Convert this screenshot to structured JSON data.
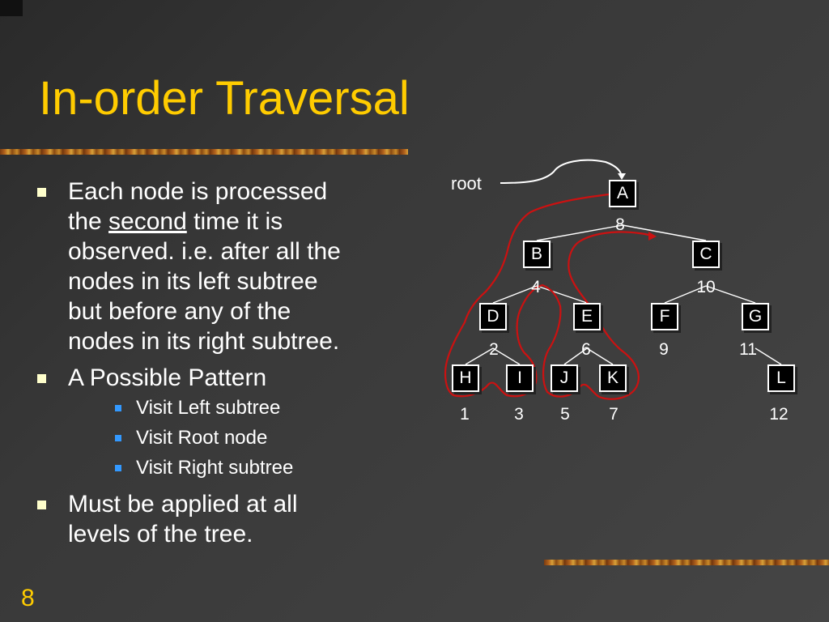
{
  "title": "In-order Traversal",
  "slide_number": "8",
  "bullets": {
    "b1_line1": "Each node is processed",
    "b1_line2_pre": "the ",
    "b1_line2_underlined": "second",
    "b1_line2_post": " time it is",
    "b1_line3": "observed. i.e. after all the",
    "b1_line4": "nodes in its left subtree",
    "b1_line5": "but before any of the",
    "b1_line6": "nodes in its right subtree.",
    "b2": "A Possible Pattern",
    "sub": [
      "Visit Left subtree",
      "Visit Root node",
      "Visit Right subtree"
    ],
    "b3_line1": "Must be applied at all",
    "b3_line2": "levels of the tree."
  },
  "tree": {
    "root_label": "root",
    "nodes": [
      {
        "label": "A",
        "order": "8"
      },
      {
        "label": "B",
        "order": "4"
      },
      {
        "label": "C",
        "order": "10"
      },
      {
        "label": "D",
        "order": "2"
      },
      {
        "label": "E",
        "order": "6"
      },
      {
        "label": "F",
        "order": "9"
      },
      {
        "label": "G",
        "order": "11"
      },
      {
        "label": "H",
        "order": "1"
      },
      {
        "label": "I",
        "order": "3"
      },
      {
        "label": "J",
        "order": "5"
      },
      {
        "label": "K",
        "order": "7"
      },
      {
        "label": "L",
        "order": "12"
      }
    ],
    "edges": [
      [
        "A",
        "B"
      ],
      [
        "A",
        "C"
      ],
      [
        "B",
        "D"
      ],
      [
        "B",
        "E"
      ],
      [
        "C",
        "F"
      ],
      [
        "C",
        "G"
      ],
      [
        "D",
        "H"
      ],
      [
        "D",
        "I"
      ],
      [
        "E",
        "J"
      ],
      [
        "E",
        "K"
      ],
      [
        "G",
        "L"
      ]
    ],
    "traversal_path_color": "#cc1111",
    "edge_color": "#ffffff"
  }
}
